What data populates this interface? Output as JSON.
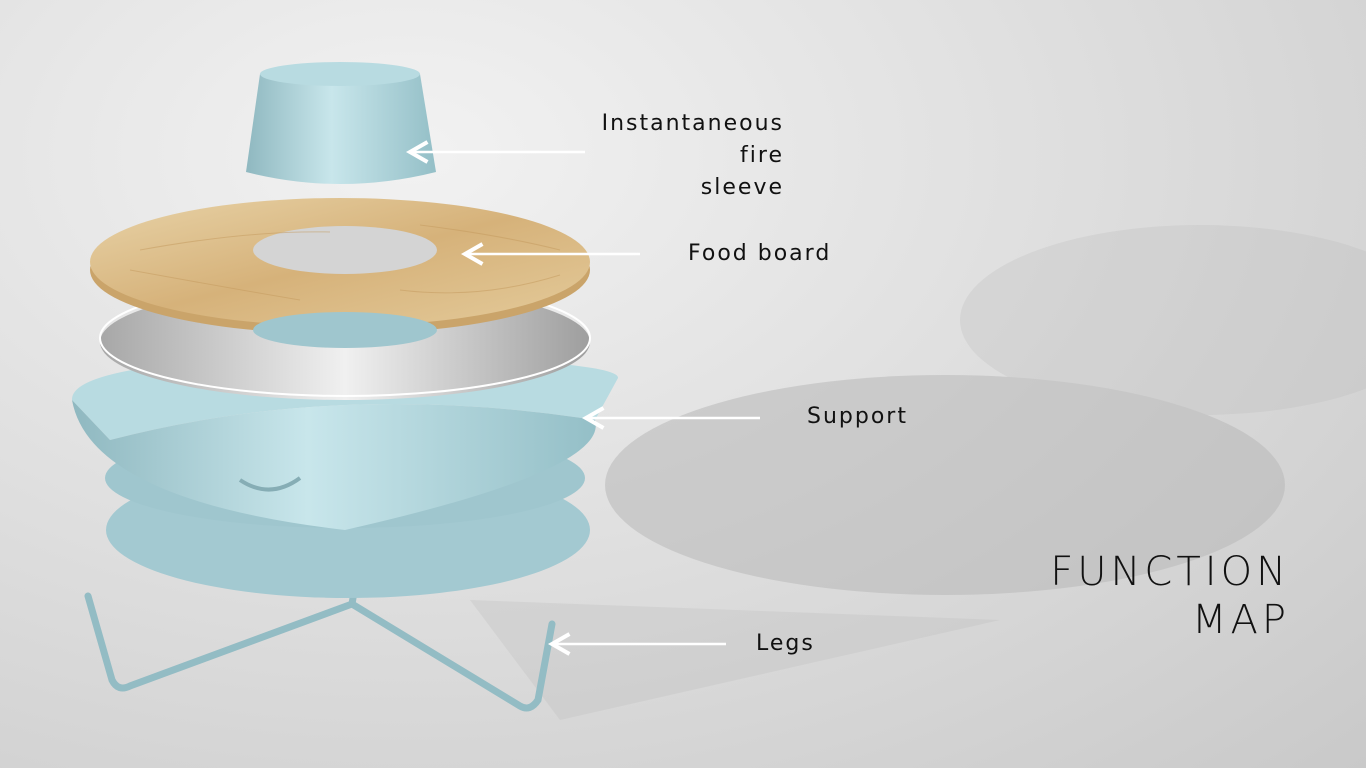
{
  "title": {
    "line1": "FUNCTION",
    "line2": "MAP"
  },
  "labels": [
    {
      "id": "fire-sleeve",
      "text": "Instantaneous fire\nsleeve"
    },
    {
      "id": "food-board",
      "text": "Food board"
    },
    {
      "id": "support",
      "text": "Support"
    },
    {
      "id": "legs",
      "text": "Legs"
    }
  ],
  "colors": {
    "part_blue": "#a9cfd6",
    "wood": "#d9bf8f",
    "steel": "#c8c8c8",
    "arrow": "#ffffff",
    "text": "#111111"
  }
}
